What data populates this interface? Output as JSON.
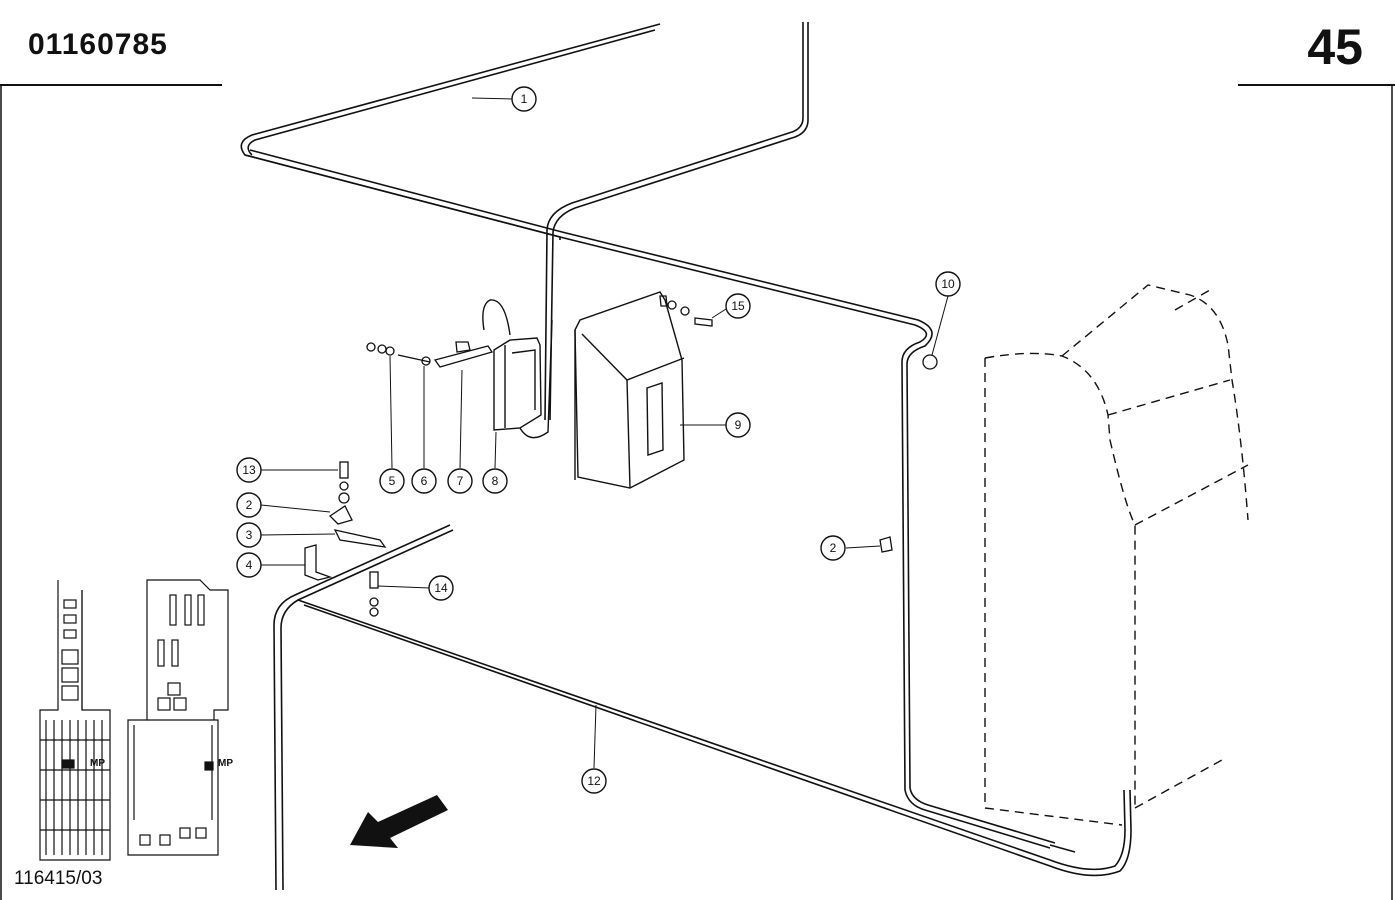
{
  "header": {
    "drawing_number": "01160785",
    "page_number": "45"
  },
  "footer": {
    "reference_code": "116415/03"
  },
  "inset": {
    "label_left": "MP",
    "label_right": "MP"
  },
  "callouts": [
    {
      "number": "1"
    },
    {
      "number": "2"
    },
    {
      "number": "3"
    },
    {
      "number": "4"
    },
    {
      "number": "5"
    },
    {
      "number": "6"
    },
    {
      "number": "7"
    },
    {
      "number": "8"
    },
    {
      "number": "9"
    },
    {
      "number": "10"
    },
    {
      "number": "2"
    },
    {
      "number": "12"
    },
    {
      "number": "13"
    },
    {
      "number": "14"
    },
    {
      "number": "15"
    }
  ],
  "colors": {
    "line": "#111111",
    "background": "#ffffff"
  },
  "icons": {
    "direction": "arrow-down-left-icon"
  }
}
